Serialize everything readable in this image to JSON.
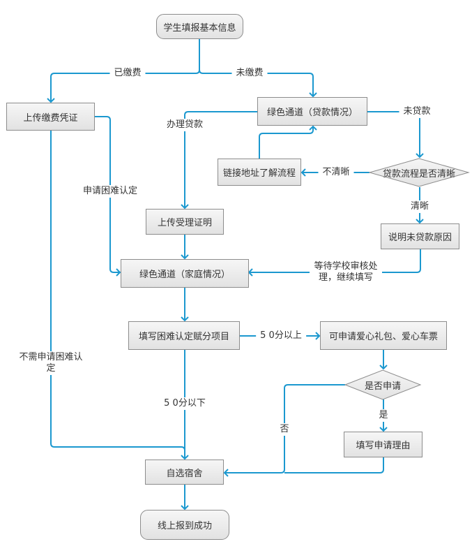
{
  "diagram": {
    "nodes": {
      "start": "学生填报基本信息",
      "upload_receipt": "上传缴费凭证",
      "green_channel_loan": "绿色通道（贷款情况）",
      "link_process": "链接地址了解流程",
      "loan_process_clear": "贷款流程是否清晰",
      "upload_acceptance": "上传受理证明",
      "explain_no_loan": "说明未贷款原因",
      "green_channel_family": "绿色通道（家庭情况）",
      "fill_difficulty_items": "填写困难认定赋分项目",
      "apply_gifts": "可申请爱心礼包、爱心车票",
      "whether_apply": "是否申请",
      "fill_reason": "填写申请理由",
      "choose_dorm": "自选宿舍",
      "success": "线上报到成功"
    },
    "edge_labels": {
      "paid": "已缴费",
      "unpaid": "未缴费",
      "handle_loan": "办理贷款",
      "no_loan": "未贷款",
      "unclear": "不清晰",
      "clear": "清晰",
      "apply_difficulty": "申请困难认定",
      "wait_review": "等待学校审核处理，继续填写",
      "above_50": "5 0分以上",
      "below_50": "5 0分以下",
      "yes": "是",
      "no": "否",
      "no_need_difficulty": "不需申请困难认定"
    },
    "colors": {
      "connector": "#1b98cf",
      "node_border": "#8c8c8c",
      "node_fill_top": "#f6f6f6",
      "node_fill_bottom": "#e2e2e2",
      "text": "#333333"
    }
  }
}
